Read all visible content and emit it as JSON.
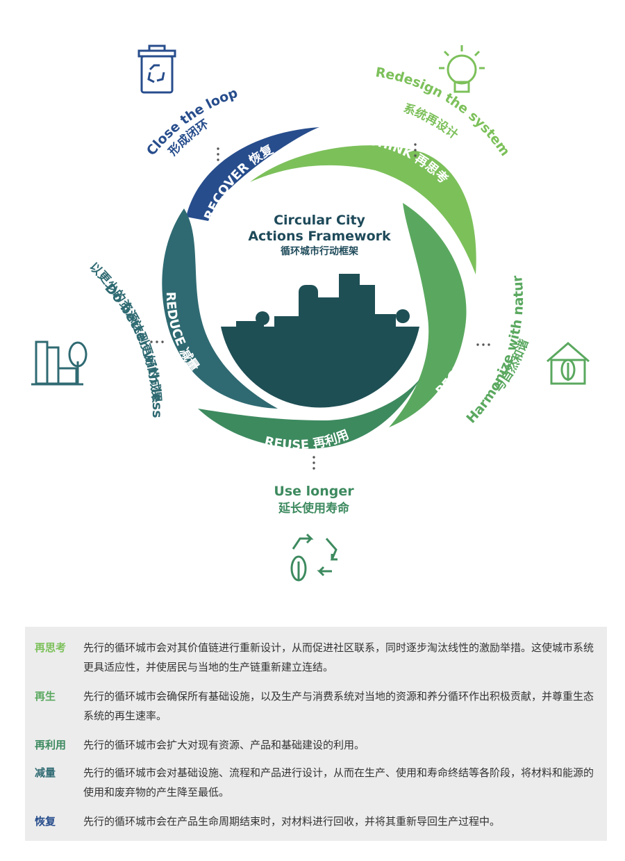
{
  "center": {
    "title_line1": "Circular City",
    "title_line2": "Actions Framework",
    "title_zh": "循环城市行动框架"
  },
  "segments": {
    "rethink": "RETHINK 再思考",
    "regenerate": "REGENERATE 再生",
    "reuse": "REUSE 再利用",
    "reduce": "REDUCE 减量",
    "recover": "RECOVER 恢复"
  },
  "outer": {
    "recover_en": "Close the loop",
    "recover_zh": "形成闭环",
    "rethink_en": "Redesign the system",
    "rethink_zh": "系统再设计",
    "regenerate_en": "Harmonize with nature",
    "regenerate_zh": "与自然和谐",
    "reuse_en": "Use longer",
    "reuse_zh": "延长使用寿命",
    "reduce_en": "Do better with less",
    "reduce_zh": "以更少的资源达到更好的成果"
  },
  "colors": {
    "recover": "#274d8c",
    "rethink": "#7cc05a",
    "regenerate": "#5aa85f",
    "reuse": "#3d8a5f",
    "reduce": "#2f6a72",
    "city": "#1e4f55"
  },
  "icons": {
    "recover": "recycle-bin-icon",
    "rethink": "lightbulb-icon",
    "regenerate": "leaf-house-icon",
    "reuse": "recycle-arrows-leaf-icon",
    "reduce": "buildings-tree-icon"
  },
  "definitions": [
    {
      "term": "再思考",
      "color": "#7cc05a",
      "text": "先行的循环城市会对其价值链进行重新设计，从而促进社区联系，同时逐步淘汰线性的激励举措。这使城市系统更具适应性，并使居民与当地的生产链重新建立连结。"
    },
    {
      "term": "再生",
      "color": "#5aa85f",
      "text": "先行的循环城市会确保所有基础设施，以及生产与消费系统对当地的资源和养分循环作出积极贡献，并尊重生态系统的再生速率。"
    },
    {
      "term": "再利用",
      "color": "#3d8a5f",
      "text": "先行的循环城市会扩大对现有资源、产品和基础建设的利用。"
    },
    {
      "term": "减量",
      "color": "#2f6a72",
      "text": "先行的循环城市会对基础设施、流程和产品进行设计，从而在生产、使用和寿命终结等各阶段，将材料和能源的使用和废弃物的产生降至最低。"
    },
    {
      "term": "恢复",
      "color": "#274d8c",
      "text": "先行的循环城市会在产品生命周期结束时，对材料进行回收，并将其重新导回生产过程中。"
    }
  ]
}
